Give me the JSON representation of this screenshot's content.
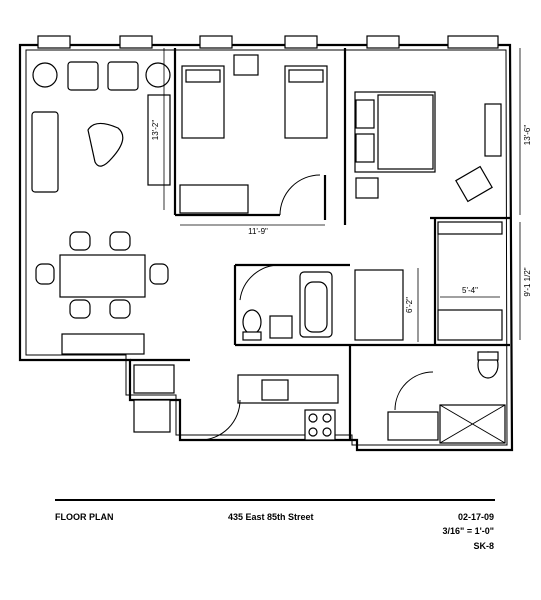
{
  "dimensions": {
    "bedroom1_depth": "13'-2\"",
    "bedroom1_width": "11'-9\"",
    "bedroom2_depth": "13'-6\"",
    "closet_depth": "9'-1 1/2\"",
    "closet_width": "5'-4\"",
    "bath_depth": "6'-2\""
  },
  "title_block": {
    "label": "FLOOR PLAN",
    "address": "435 East 85th Street",
    "date": "02-17-09",
    "scale": "3/16\" = 1'-0\"",
    "sheet": "SK-8"
  }
}
